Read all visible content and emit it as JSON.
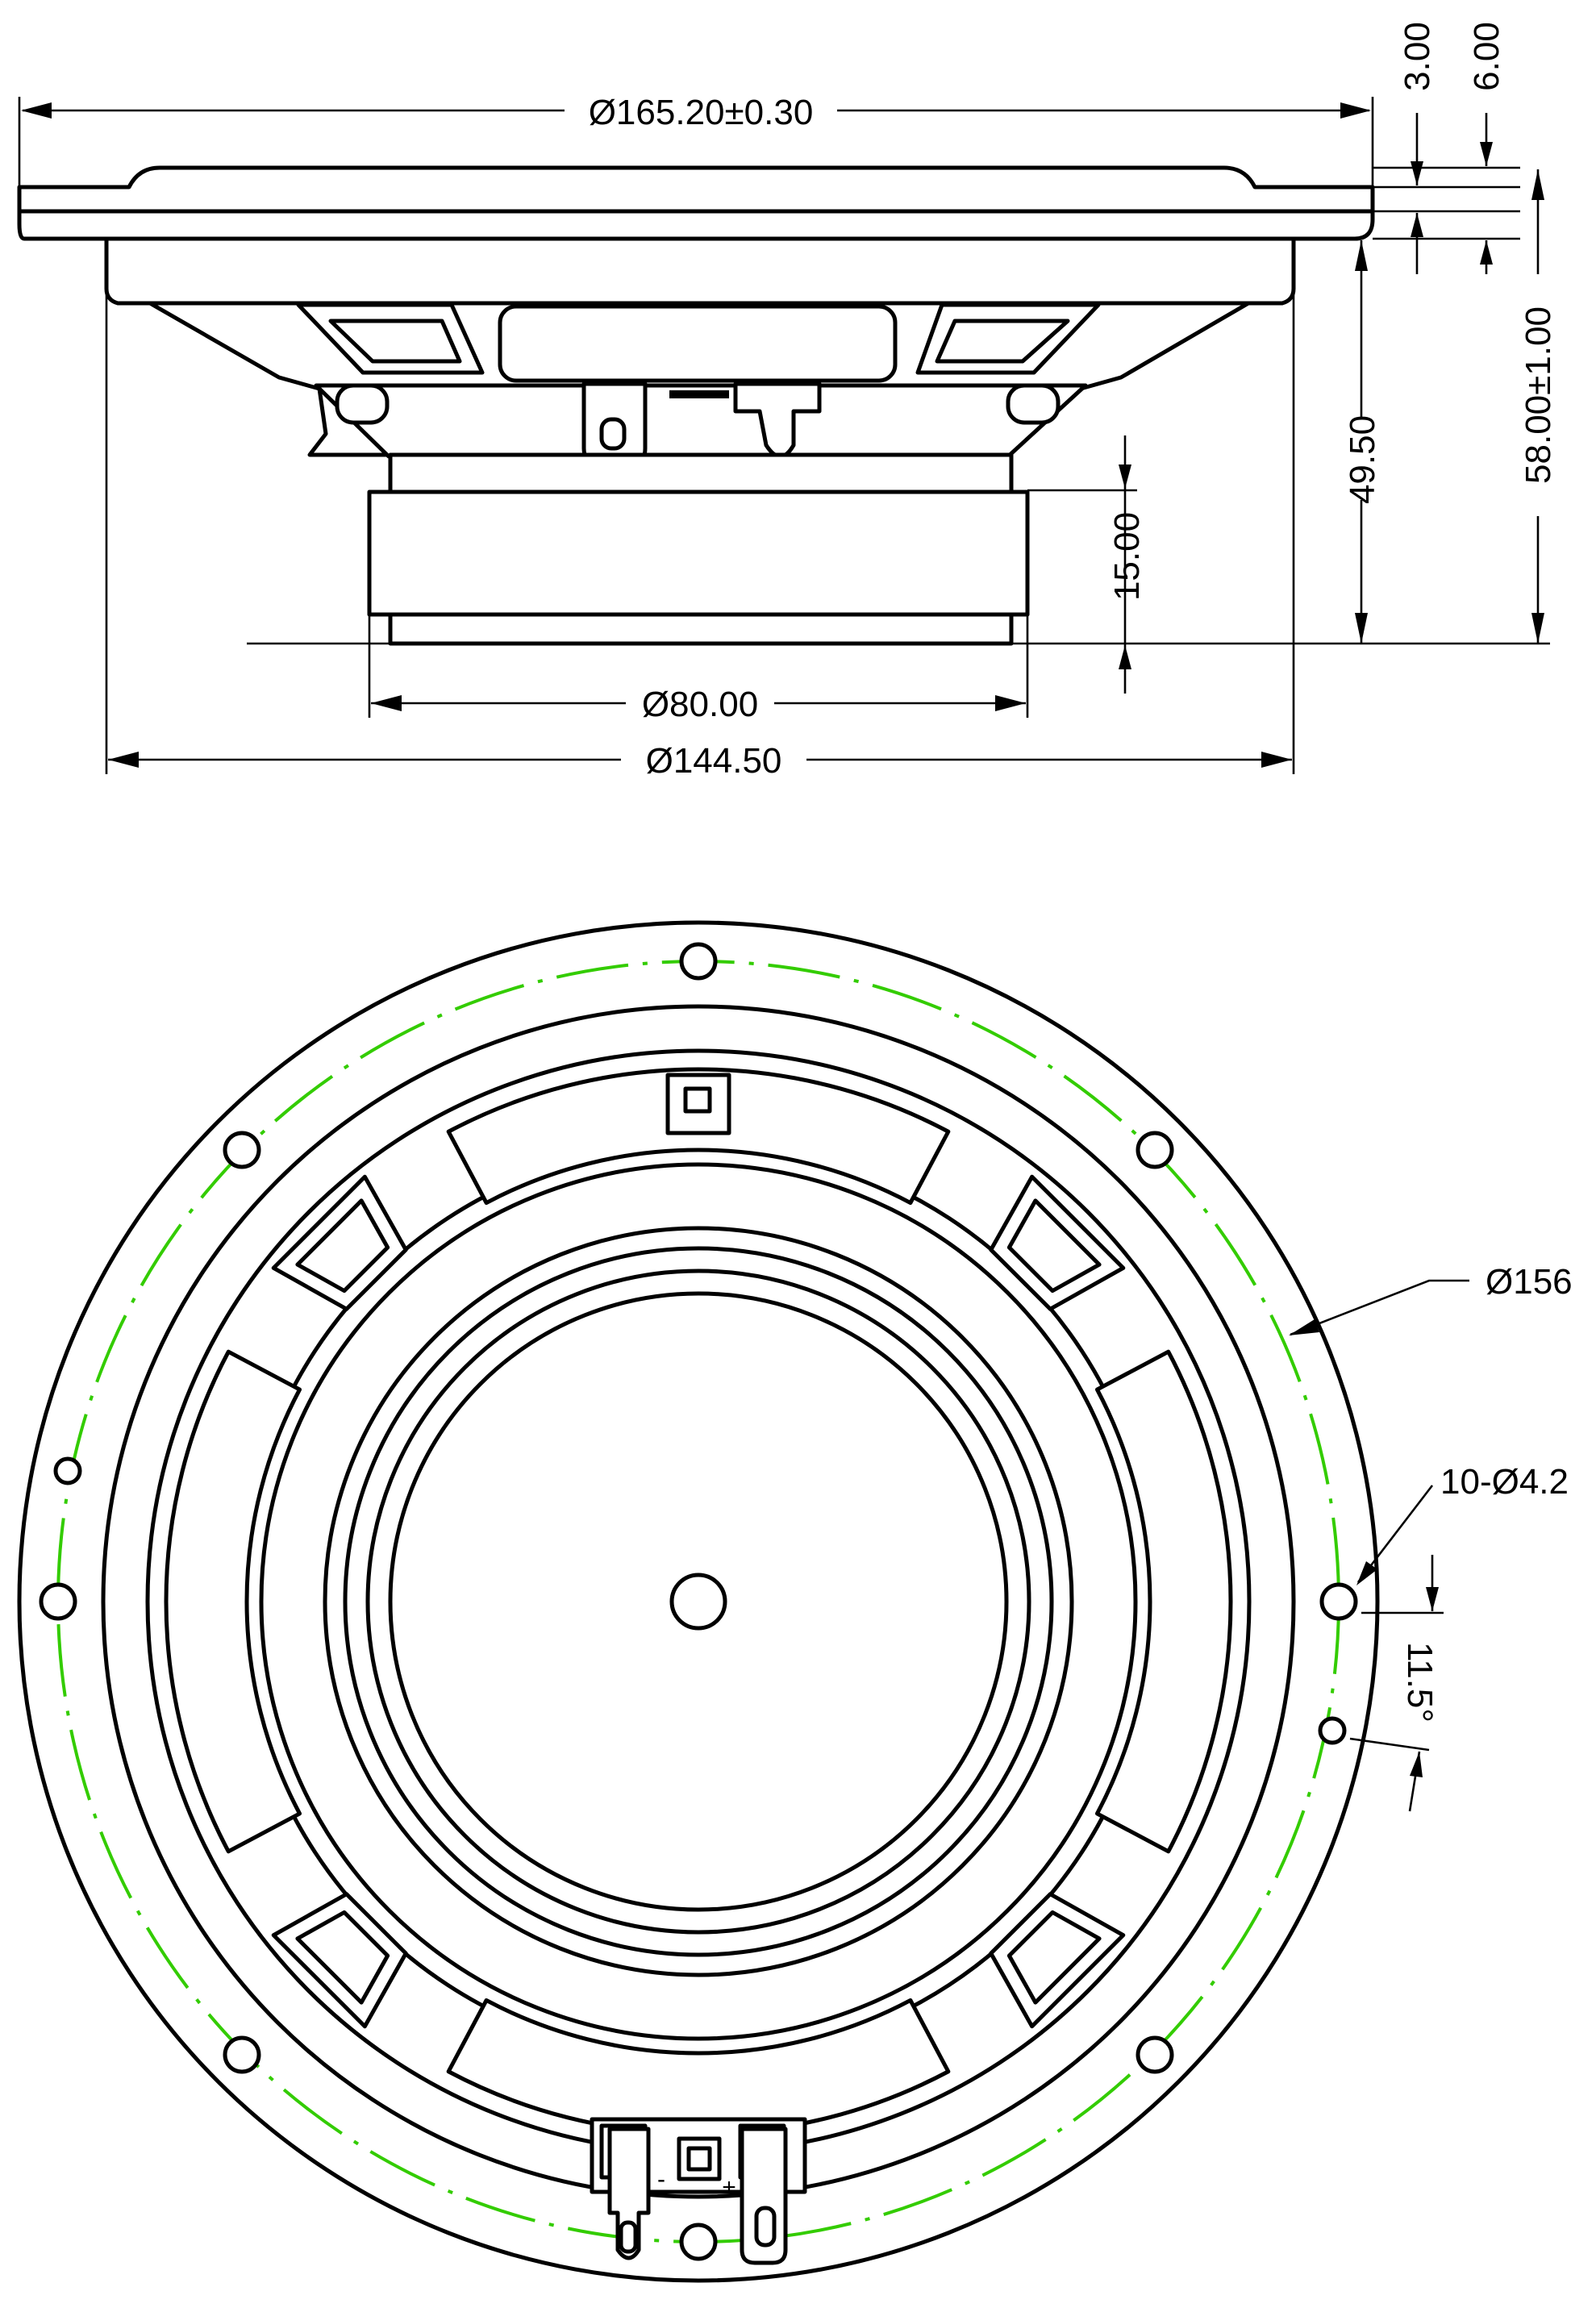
{
  "drawing": {
    "side_view": {
      "dimensions": {
        "outer_diameter": "Ø165.20±0.30",
        "flange_thickness": "3.00",
        "flange_height": "6.00",
        "mounting_depth": "49.50",
        "total_depth": "58.00±1.00",
        "magnet_height": "15.00",
        "magnet_diameter": "Ø80.00",
        "basket_diameter": "Ø144.50"
      }
    },
    "front_view": {
      "callouts": {
        "bolt_circle": "Ø156",
        "mounting_holes": "10-Ø4.2",
        "hole_angle": "11.5°"
      },
      "terminal_marks": {
        "negative": "-",
        "positive": "+"
      }
    },
    "colors": {
      "outline": "#000000",
      "center_line": "#33cc00",
      "background": "#ffffff"
    }
  }
}
